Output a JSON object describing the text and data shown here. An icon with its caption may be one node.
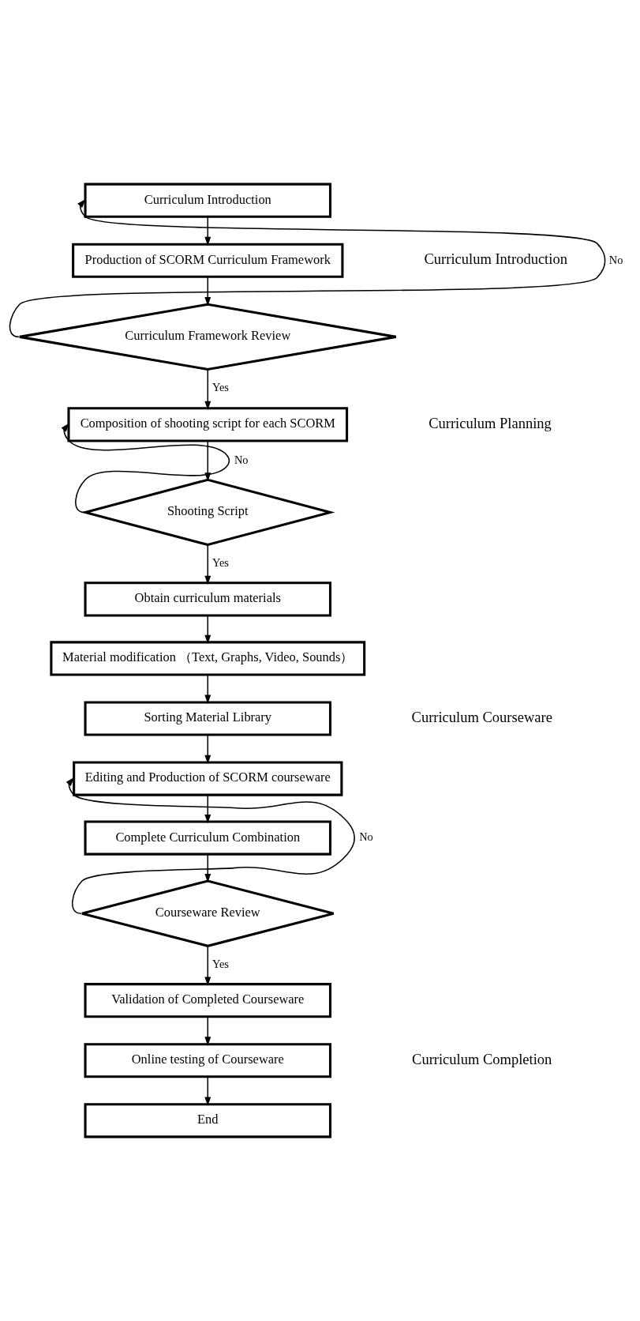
{
  "diagram": {
    "nodes": [
      {
        "text": [
          "Curriculum Introduction"
        ]
      },
      {
        "text": [
          "Production of SCORM Curriculum Framework"
        ]
      },
      {
        "text": [
          "Curriculum Framework Review"
        ]
      },
      {
        "text": [
          "Composition of shooting script for each SCORM"
        ]
      },
      {
        "text": [
          "Shooting Script"
        ]
      },
      {
        "text": [
          "Obtain curriculum materials"
        ]
      },
      {
        "text": [
          "Material modification （Text, Graphs, Video, Sounds）"
        ]
      },
      {
        "text": [
          "Sorting Material Library"
        ]
      },
      {
        "text": [
          "Editing and Production of SCORM courseware"
        ]
      },
      {
        "text": [
          "Complete Curriculum Combination"
        ]
      },
      {
        "text": [
          "Courseware Review"
        ]
      },
      {
        "text": [
          "Validation of Completed Courseware"
        ]
      },
      {
        "text": [
          "Online testing of Courseware"
        ]
      },
      {
        "text": [
          "End"
        ]
      }
    ],
    "edges": [
      {
        "from": 0,
        "to": 1,
        "arrow": "to"
      },
      {
        "from": 1,
        "to": 2,
        "arrow": "to"
      },
      {
        "from": 2,
        "to": 0,
        "arrow": "to",
        "label": "No"
      },
      {
        "from": 2,
        "to": 3,
        "arrow": "to",
        "label": "Yes"
      },
      {
        "from": 3,
        "to": 4,
        "arrow": "to"
      },
      {
        "from": 4,
        "to": 3,
        "arrow": "to",
        "label": "No"
      },
      {
        "from": 4,
        "to": 5,
        "arrow": "to",
        "label": "Yes"
      },
      {
        "from": 5,
        "to": 6,
        "arrow": "to"
      },
      {
        "from": 6,
        "to": 7,
        "arrow": "to"
      },
      {
        "from": 7,
        "to": 8,
        "arrow": "to"
      },
      {
        "from": 8,
        "to": 9,
        "arrow": "to"
      },
      {
        "from": 9,
        "to": 10,
        "arrow": "to"
      },
      {
        "from": 10,
        "to": 8,
        "arrow": "to",
        "label": "No"
      },
      {
        "from": 10,
        "to": 11,
        "arrow": "to",
        "label": "Yes"
      },
      {
        "from": 11,
        "to": 12,
        "arrow": "to"
      },
      {
        "from": 12,
        "to": 13,
        "arrow": "to"
      }
    ],
    "labels": [
      "Curriculum Introduction",
      "Curriculum Planning",
      "Curriculum Courseware",
      "Curriculum Completion"
    ]
  }
}
